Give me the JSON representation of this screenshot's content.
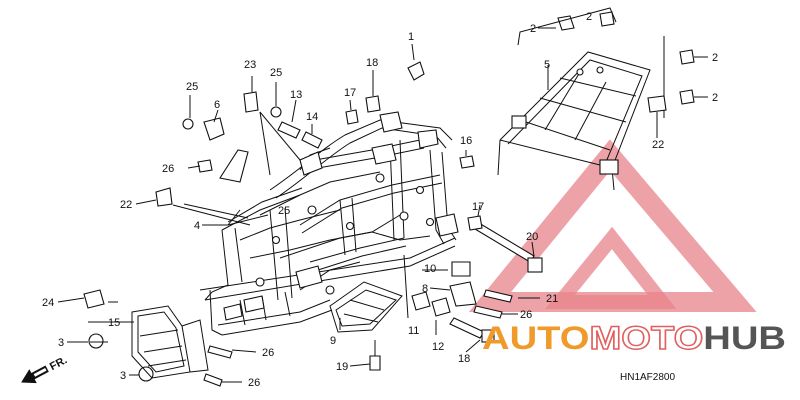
{
  "diagram": {
    "callouts": {
      "c1": "1",
      "c2a": "2",
      "c2b": "2",
      "c2c": "2",
      "c3a": "3",
      "c3b": "3",
      "c4": "4",
      "c5": "5",
      "c6": "6",
      "c8": "8",
      "c9": "9",
      "c10": "10",
      "c11": "11",
      "c12": "12",
      "c13": "13",
      "c14": "14",
      "c15": "15",
      "c16": "16",
      "c17a": "17",
      "c17b": "17",
      "c18a": "18",
      "c18b": "18",
      "c19": "19",
      "c20": "20",
      "c21": "21",
      "c22a": "22",
      "c22b": "22",
      "c23": "23",
      "c24": "24",
      "c25a": "25",
      "c25b": "25",
      "c25c": "25",
      "c26a": "26",
      "c26b": "26",
      "c26c": "26",
      "c26d": "26"
    },
    "front_arrow_label": "FR.",
    "diagram_code": "HN1AF2800"
  },
  "watermark": {
    "part_auto": "AUTO",
    "part_moto": "MOTO",
    "part_hub": "HUB",
    "colors": {
      "auto": "#ef9a2a",
      "moto_outline": "#e06060",
      "hub": "#555555",
      "triangle": "#e7838a"
    }
  }
}
